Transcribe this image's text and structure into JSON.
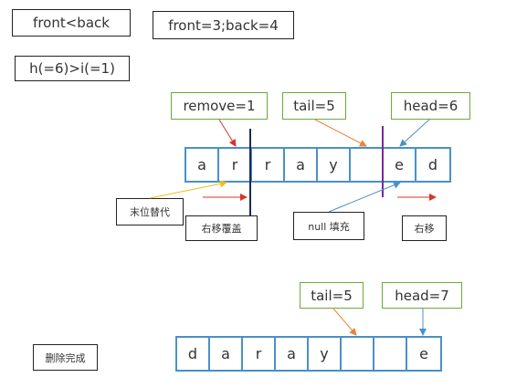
{
  "top_labels": {
    "front_lt_back": "front<back",
    "front_back_values": "front=3;back=4",
    "h_gt_i": "h(=6)>i(=1)"
  },
  "pointers_top": {
    "remove": "remove=1",
    "tail": "tail=5",
    "head": "head=6"
  },
  "array_before": [
    "a",
    "r",
    "r",
    "a",
    "y",
    "",
    "e",
    "d"
  ],
  "notes": {
    "tail_replace": "末位替代",
    "shift_overwrite": "右移覆盖",
    "null_fill": "null 填充",
    "shift_right": "右移"
  },
  "pointers_bottom": {
    "tail": "tail=5",
    "head": "head=7"
  },
  "array_after": [
    "d",
    "a",
    "r",
    "a",
    "y",
    "",
    "",
    "e"
  ],
  "done_label": "删除完成",
  "colors": {
    "cell_border": "#4a90c8",
    "green_border": "#6aaa3c",
    "red_arrow": "#d9342b",
    "orange_arrow": "#e8833a",
    "blue_arrow": "#4a90c8",
    "yellow_arrow": "#e8c21f",
    "navy_line": "#1a2a5a",
    "purple_line": "#7a2a9a"
  }
}
